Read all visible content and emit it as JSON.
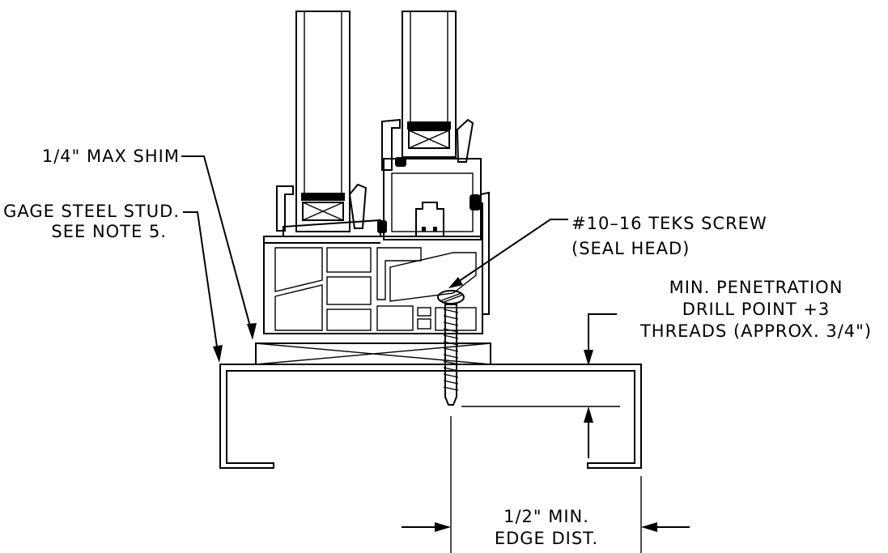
{
  "labels": {
    "shim": "1/4\" MAX SHIM",
    "stud_line1": "GAGE STEEL STUD.",
    "stud_line2": "SEE NOTE 5.",
    "screw_line1": "#10–16 TEKS SCREW",
    "screw_line2": "(SEAL HEAD)",
    "pen_line1": "MIN. PENETRATION",
    "pen_line2": "DRILL POINT +3",
    "pen_line3": "THREADS (APPROX. 3/4\")",
    "edge_line1": "1/2\" MIN.",
    "edge_line2": "EDGE DIST."
  },
  "colors": {
    "line": "#000000",
    "background": "#ffffff"
  }
}
